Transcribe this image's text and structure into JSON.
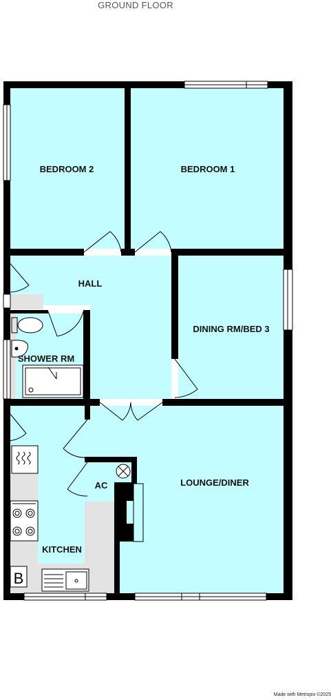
{
  "title": "GROUND FLOOR",
  "credit": "Made with Metropix ©2025",
  "rooms": {
    "bedroom2": "BEDROOM 2",
    "bedroom1": "BEDROOM 1",
    "hall": "HALL",
    "dining": "DINING RM/BED 3",
    "shower": "SHOWER RM",
    "lounge": "LOUNGE/DINER",
    "ac": "AC",
    "kitchen": "KITCHEN"
  },
  "boiler_label": "B",
  "colors": {
    "floor": "#c4fdff",
    "wall": "#000000",
    "fixture": "#e3e3e3",
    "window": "#ffffff"
  }
}
